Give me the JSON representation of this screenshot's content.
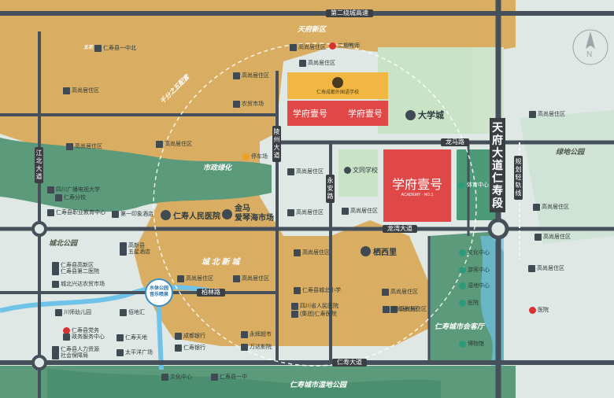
{
  "roads": {
    "top_expressway": "第二绕城高速",
    "tianfu_ave": "天府大道仁寿段",
    "jiangbei_ave": "江北大道",
    "lingzhou_ave": "陵州大道",
    "yongan_rd": "永安路",
    "longma_rd": "龙马路",
    "longwan_ave": "龙湾大道",
    "bailin_rd": "柏林路",
    "renshou_ave": "仁寿大道",
    "metro_line": "规划轻轨线",
    "tianfu_xinqu": "天府新区",
    "dacheng_tun": "千分之五配套"
  },
  "zones": {
    "park_west": "市政绿化",
    "chengbei": "城 北 新 城",
    "chengbei_park": "城北公园",
    "lvdi_park": "绿地公园",
    "wetland_park": "仁寿城市湿地公园",
    "city_living_room": "仁寿城市会客厅",
    "wuhuacheng": "五花"
  },
  "project": {
    "school_name": "仁寿成都外国语学校",
    "brand": "学府壹号",
    "brand_sub": "ACADEMY · NO.1",
    "plot_a": "学府壹号",
    "plot_b": "学府壹号"
  },
  "landmarks": {
    "university": "大学城",
    "hospital_line1": "仁寿人民医院",
    "jinma_line1": "金马",
    "jinma_line2": "爱琴海市场",
    "qixili": "栖西里",
    "wentong_school": "文同学校",
    "sports_center": "体育中心"
  },
  "pois": [
    {
      "label": "高尚居住区"
    },
    {
      "label": "二期教师"
    },
    {
      "label": "高尚居住区"
    },
    {
      "label": "高尚居住区"
    },
    {
      "label": "高尚居住区"
    },
    {
      "label": "农贸市场"
    },
    {
      "label": "高尚居住区"
    },
    {
      "label": "高尚居住区"
    },
    {
      "label": "停车场"
    },
    {
      "label": "高尚居住区"
    },
    {
      "label": "四川广播电视大学"
    },
    {
      "label": "仁寿分校"
    },
    {
      "label": "仁寿县职业教育中心"
    },
    {
      "label": "第一印象酒店"
    },
    {
      "label": "高尚居住区"
    },
    {
      "label": "高尚居住区"
    },
    {
      "label": "高尚居住区"
    },
    {
      "label": "高尚居住区"
    },
    {
      "label": "高尚居住区"
    },
    {
      "label": "高新县"
    },
    {
      "label": "五星酒店"
    },
    {
      "label": "仁寿县第二医院"
    },
    {
      "label": "仁寿县高新区"
    },
    {
      "label": "城北兴达农贸市场"
    },
    {
      "label": "仁寿县城北小学"
    },
    {
      "label": "高尚居住区"
    },
    {
      "label": "四川省人民医院"
    },
    {
      "label": "(集团)仁寿医院"
    },
    {
      "label": "高尚居住区"
    },
    {
      "label": "高尚居住区"
    },
    {
      "label": "川师幼儿园"
    },
    {
      "label": "佰地汇"
    },
    {
      "label": "仁寿县党务"
    },
    {
      "label": "政务服务中心"
    },
    {
      "label": "仁寿县人力资源"
    },
    {
      "label": "社会保障局"
    },
    {
      "label": "仁寿天地"
    },
    {
      "label": "太平洋广场"
    },
    {
      "label": "成都银行"
    },
    {
      "label": "仁寿银行"
    },
    {
      "label": "永辉超市"
    },
    {
      "label": "万达影院"
    },
    {
      "label": "文化中心"
    },
    {
      "label": "仁寿县一中"
    },
    {
      "label": "文化中心"
    },
    {
      "label": "游客中心"
    },
    {
      "label": "湿地中心"
    },
    {
      "label": "医院"
    },
    {
      "label": "博物馆"
    },
    {
      "label": "高尚居住区"
    },
    {
      "label": "高尚居住区"
    },
    {
      "label": "高尚居住区"
    },
    {
      "label": "高尚居住区"
    },
    {
      "label": "医院"
    },
    {
      "label": "仁寿县一中北"
    }
  ],
  "music_fountain": {
    "line1": "水体公园",
    "line2": "音乐喷泉"
  },
  "compass": "N",
  "colors": {
    "district": "#d9ad62",
    "park": "#5b9a7a",
    "green_light": "#c8e3c6",
    "road": "#45505a",
    "red_project": "#e04848",
    "school_orange": "#f2b642",
    "water": "#6fc2e8"
  }
}
